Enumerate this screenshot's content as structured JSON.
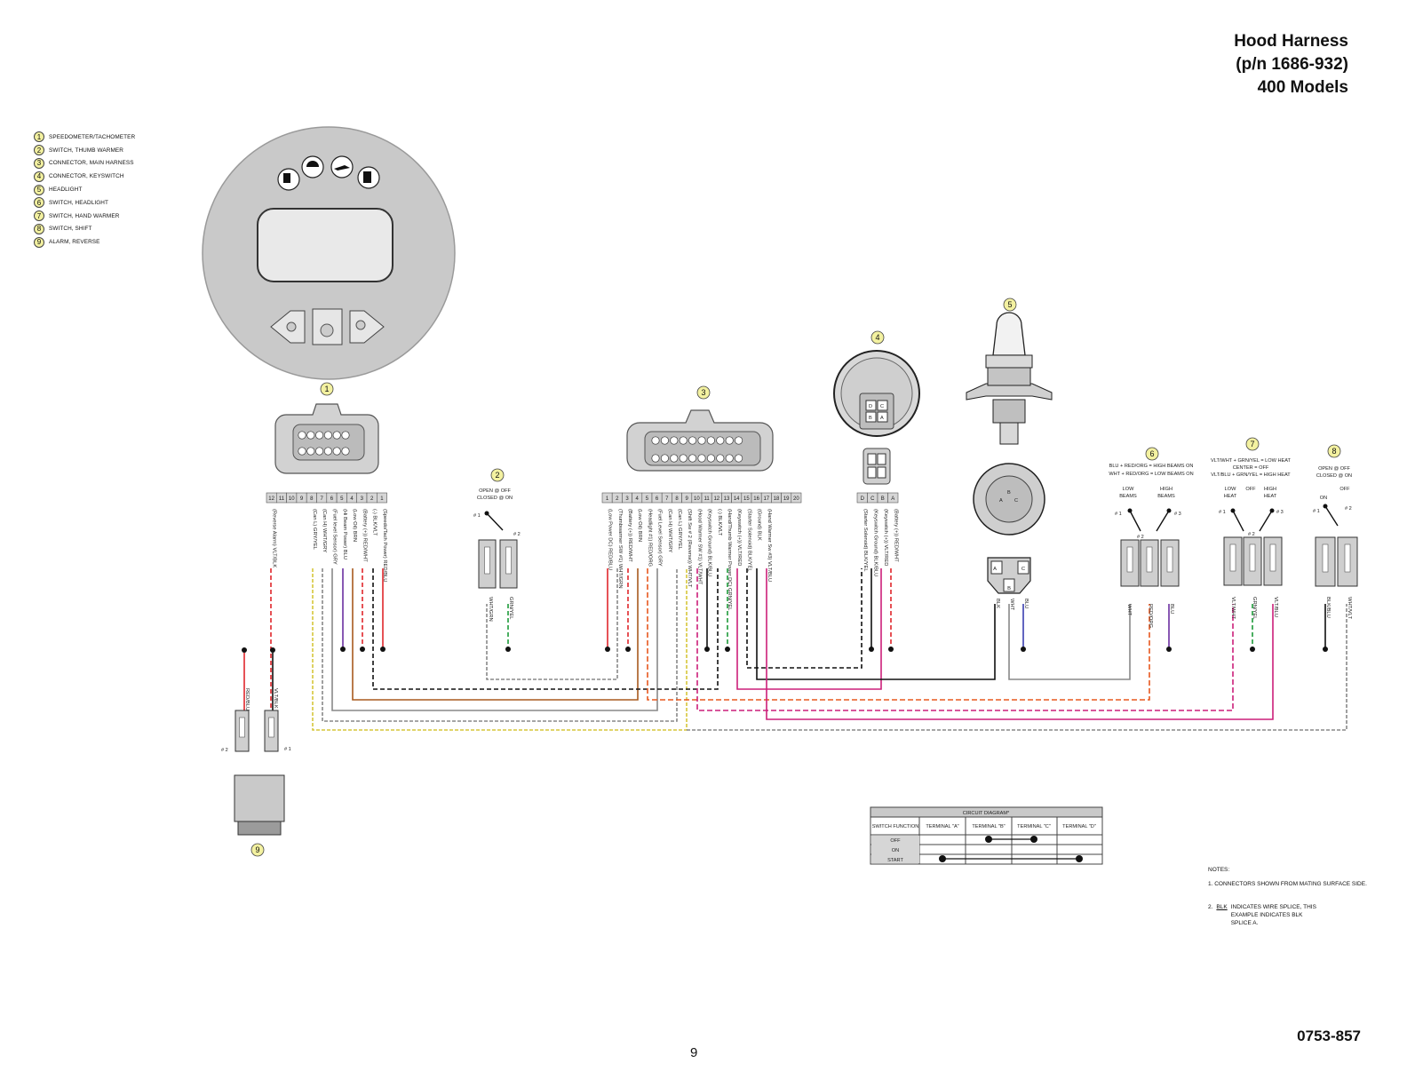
{
  "title": {
    "line1": "Hood Harness",
    "line2": "(p/n 1686-932)",
    "line3": "400 Models"
  },
  "legend": [
    {
      "num": "1",
      "label": "SPEEDOMETER/TACHOMETER"
    },
    {
      "num": "2",
      "label": "SWITCH, THUMB WARMER"
    },
    {
      "num": "3",
      "label": "CONNECTOR, MAIN HARNESS"
    },
    {
      "num": "4",
      "label": "CONNECTOR, KEYSWITCH"
    },
    {
      "num": "5",
      "label": "HEADLIGHT"
    },
    {
      "num": "6",
      "label": "SWITCH, HEADLIGHT"
    },
    {
      "num": "7",
      "label": "SWITCH, HAND WARMER"
    },
    {
      "num": "8",
      "label": "SWITCH, SHIFT"
    },
    {
      "num": "9",
      "label": "ALARM, REVERSE"
    }
  ],
  "callouts": [
    "1",
    "2",
    "3",
    "4",
    "5",
    "6",
    "7",
    "8",
    "9"
  ],
  "speedo_pins": [
    "12",
    "11",
    "10",
    "9",
    "8",
    "7",
    "6",
    "5",
    "4",
    "3",
    "2",
    "1"
  ],
  "speedo_wires": [
    "(Reverse Alarm) VLT/BLK",
    "",
    "",
    "",
    "(Can L) GRY/YEL",
    "(Can H) WHT/GRY",
    "(Fuel level Sensor) GRY",
    "(Hi Beam Power) BLU",
    "(Low Oil) BRN",
    "(Battery (+)) RED/WHT",
    "(-) BLK/VLT",
    "(Speedo/Tach Power) RED/BLU"
  ],
  "main_pins": [
    "1",
    "2",
    "3",
    "4",
    "5",
    "6",
    "7",
    "8",
    "9",
    "10",
    "11",
    "12",
    "13",
    "14",
    "15",
    "16",
    "17",
    "18",
    "19",
    "20"
  ],
  "main_wires": [
    "(Low Power DC) RED/BLU",
    "(Thumbwarmer SW #1) WHT/GRN",
    "(Battery (+)) RED/WHT",
    "(Low Oil) BRN",
    "(Headlight #1) RED/ORG",
    "(Fuel Level Sensor) GRY",
    "(Can H) WHT/GRY",
    "(Can L) GRY/YEL",
    "(Shift Sw # 2 (Reverse)) WHT/VLT",
    "(Hood Warmer SW #1) VLT/WHT",
    "(Keyswitch Ground) BLK/BLU",
    "(-) BLK/VLT",
    "(Hand/Thumb Warmer Power DC) GRN/YEL",
    "(Keyswitch (+)) VLT/RED",
    "(Starter Solenoid) BLK/YEL",
    "(Ground) BLK",
    "(Hand Warmer Sw #3) VLT/BLU",
    "",
    "",
    ""
  ],
  "key_pins": [
    "D",
    "C",
    "B",
    "A"
  ],
  "key_wires": [
    "(Starter Solenoid) BLK/YEL",
    "(Keyswitch Ground) BLK/BLU",
    "(Keyswitch (+)) VLT/RED",
    "(Battery (+)) RED/WHT"
  ],
  "key_face": [
    "D",
    "C",
    "B",
    "A"
  ],
  "headlight_pins": [
    "A",
    "B",
    "C"
  ],
  "headlight_wires": [
    "BLK",
    "WHT",
    "BLU"
  ],
  "thumb_switch": {
    "caption": [
      "OPEN @ OFF",
      "CLOSED @ ON"
    ],
    "pos1": "# 1",
    "pos2": "# 2",
    "wires": [
      "WHT/GRN",
      "GRN/YEL"
    ]
  },
  "headlight_switch": {
    "caption": [
      "BLU + RED/ORG = HIGH BEAMS ON",
      "WHT + RED/ORG = LOW BEAMS ON"
    ],
    "low": [
      "LOW",
      "BEAMS"
    ],
    "high": [
      "HIGH",
      "BEAMS"
    ],
    "pos1": "# 1",
    "pos2": "# 2",
    "pos3": "# 3",
    "wires": [
      "WHT",
      "RED/ORG",
      "BLU"
    ]
  },
  "hand_switch": {
    "caption": [
      "VLT/WHT + GRN/YEL = LOW HEAT",
      "CENTER = OFF",
      "VLT/BLU + GRN/YEL = HIGH HEAT"
    ],
    "low": [
      "LOW",
      "HEAT"
    ],
    "off": "OFF",
    "high": [
      "HIGH",
      "HEAT"
    ],
    "pos1": "# 1",
    "pos2": "# 2",
    "pos3": "# 3",
    "wires": [
      "VLT/WHT",
      "GRN/YEL",
      "VLT/BLU"
    ]
  },
  "shift_switch": {
    "caption": [
      "OPEN @ OFF",
      "CLOSED @ ON"
    ],
    "on": "ON",
    "off": "OFF",
    "pos1": "# 1",
    "pos2": "# 2",
    "wires": [
      "BLK/BLU",
      "WHT/VLT"
    ]
  },
  "alarm": {
    "wires": [
      "RED/BLU",
      "VLT/BLK"
    ],
    "pos2": "# 2",
    "pos1": "# 1"
  },
  "circuit_table": {
    "title": "CIRCUIT DIAGRAM*",
    "header": [
      "SWITCH FUNCTION",
      "TERMINAL \"A\"",
      "TERMINAL \"B\"",
      "TERMINAL \"C\"",
      "TERMINAL \"D\""
    ],
    "rows": [
      "OFF",
      "ON",
      "START"
    ]
  },
  "notes": {
    "heading": "NOTES:",
    "note1": "1. CONNECTORS SHOWN FROM MATING SURFACE SIDE.",
    "note2_num": "2.",
    "note2_splice": "BLK",
    "note2_text": "INDICATES WIRE SPLICE, THIS EXAMPLE INDICATES BLK SPLICE A."
  },
  "doc_number": "0753-857",
  "page_number": "9",
  "colors": {
    "red": "#e0262b",
    "black": "#111111",
    "brown": "#a85a1e",
    "purple": "#6b2fa0",
    "blue": "#3a3fb0",
    "green": "#1e9b3a",
    "magenta": "#cc1f7a",
    "orange": "#e8581f",
    "gray": "#888888",
    "yellow": "#d6c63a",
    "callout": "#f3f1a0"
  }
}
